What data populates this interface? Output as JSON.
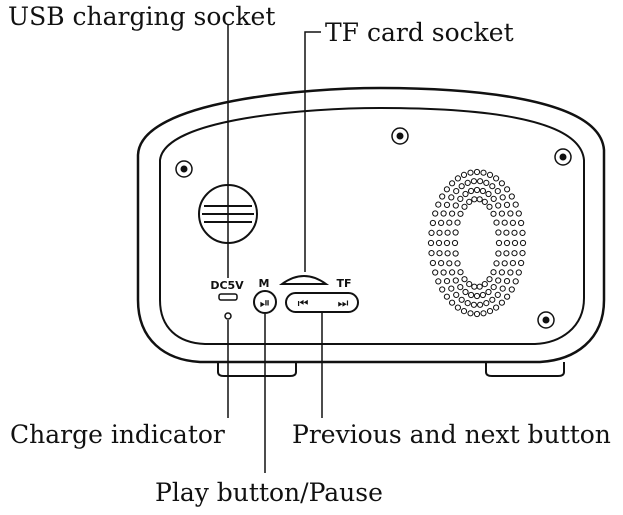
{
  "title": "",
  "callouts": {
    "usb": "USB charging socket",
    "tf": "TF card socket",
    "charge": "Charge indicator",
    "prevnext": "Previous and next button",
    "play": "Play button/Pause"
  },
  "panel": {
    "dc5v": "DC5V",
    "m": "M",
    "tf": "TF",
    "play_glyph": "⏯",
    "prev_glyph": "⏮",
    "next_glyph": "⏭"
  },
  "icons": {
    "screw": "screw-icon",
    "speaker": "speaker-grille",
    "dial": "dial-knob"
  },
  "colors": {
    "line": "#111111",
    "background": "#ffffff"
  }
}
